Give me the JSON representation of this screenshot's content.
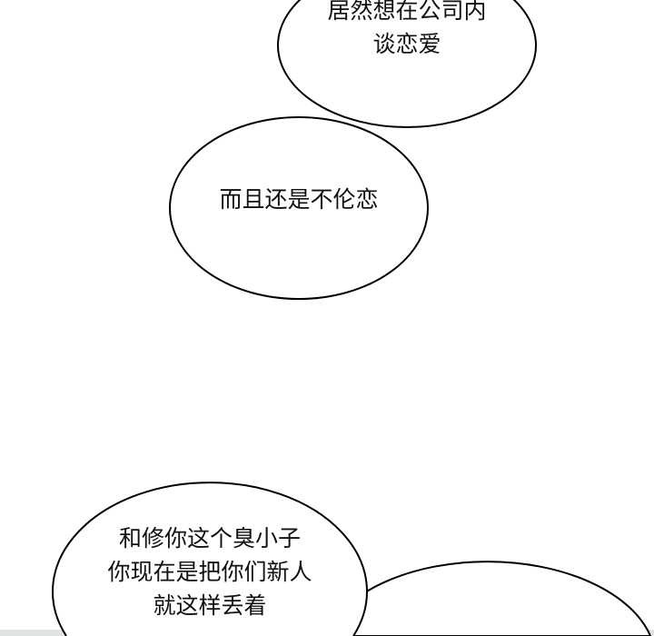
{
  "bubbles": [
    {
      "lines": [
        "居然想在公司内",
        "谈恋爱"
      ]
    },
    {
      "lines": [
        "而且还是不伦恋"
      ]
    },
    {
      "lines": [
        "和修你这个臭小子",
        "你现在是把你们新人",
        "就这样丢着"
      ]
    },
    {
      "lines": []
    }
  ]
}
